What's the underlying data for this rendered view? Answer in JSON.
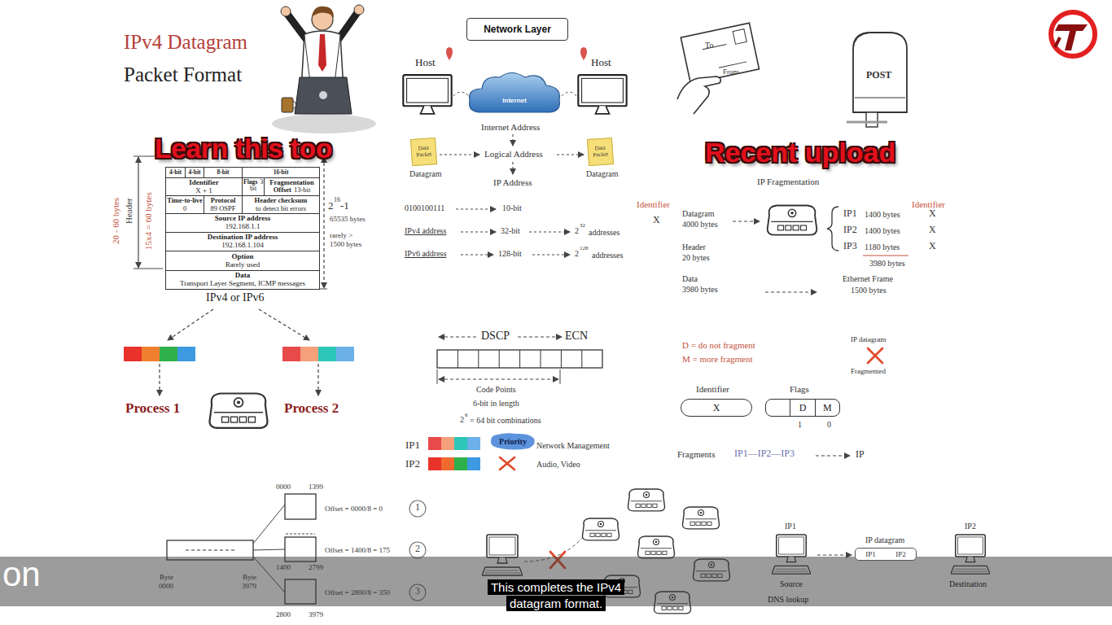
{
  "diagram": {
    "title": "IPv4 Datagram",
    "caption": "This completes the IPv4 datagram format.",
    "nodes": [
      {
        "text": [
          "4-bit"
        ]
      },
      {
        "text": [
          "4-bit"
        ]
      },
      {
        "text": [
          "8-bit"
        ]
      },
      {
        "text": [
          "16-bit"
        ]
      },
      {
        "text": [
          "Identifier",
          "X + 1"
        ]
      },
      {
        "text": [
          "Flags",
          "3-bit"
        ]
      },
      {
        "text": [
          "Fragmentation Offset",
          "13-bit"
        ]
      },
      {
        "text": [
          "Time-to-live",
          "0"
        ]
      },
      {
        "text": [
          "Protocol",
          "89 OSPF"
        ]
      },
      {
        "text": [
          "Header checksum",
          "to detect bit errors"
        ]
      },
      {
        "text": [
          "Source IP address",
          "192.168.1.1"
        ]
      },
      {
        "text": [
          "Destination IP address",
          "192.168.1.104"
        ]
      },
      {
        "text": [
          "Option",
          "Rarely used"
        ]
      },
      {
        "text": [
          "Data",
          "Transport Layer Segment, ICMP messages"
        ]
      },
      {
        "text": [
          "Network Layer"
        ]
      },
      {
        "text": [
          "Internet"
        ]
      },
      {
        "text": [
          "Data Packet"
        ]
      },
      {
        "text": [
          "Data Packet"
        ]
      },
      {
        "text": [
          "Priority"
        ]
      },
      {
        "text": [
          "X"
        ]
      },
      {
        "text": [
          "D",
          "M"
        ]
      },
      {
        "text": [
          "IP1",
          "IP2"
        ]
      }
    ],
    "labels": [
      "Packet Format",
      "Learn this too",
      "20 - 60 bytes",
      "Header",
      "15x4 = 60 bytes",
      "2",
      "16",
      "-1",
      "65535 bytes",
      "rarely >",
      "1500 bytes",
      "IPv4 or IPv6",
      "Process 1",
      "Process 2",
      "Host",
      "Host",
      "Internet Address",
      "Logical Address",
      "IP Address",
      "Datagram",
      "Datagram",
      "0100100111",
      "10-bit",
      "IPv4 address",
      "32-bit",
      "2",
      "32",
      "addresses",
      "IPv6 address",
      "128-bit",
      "2",
      "128",
      "addresses",
      "DSCP",
      "ECN",
      "Code Points",
      "6-bit in length",
      "2",
      "6",
      "= 64 bit combinations",
      "IP1",
      "IP2",
      "Network Management",
      "Audio, Video",
      "To",
      "From",
      "POST",
      "Recent upload",
      "IP Fragmentation",
      "Identifier",
      "X",
      "Datagram",
      "4000 bytes",
      "Header",
      "20 bytes",
      "Data",
      "3980 bytes",
      "IP1",
      "1400 bytes",
      "X",
      "IP2",
      "1400 bytes",
      "X",
      "IP3",
      "1180 bytes",
      "X",
      "3980 bytes",
      "Identifier",
      "Ethernet Frame",
      "1500 bytes",
      "D = do not fragment",
      "M = more fragment",
      "IP datagram",
      "Fragmented",
      "Identifier",
      "Flags",
      "1",
      "0",
      "Fragments",
      "IP1—IP2—IP3",
      "IP",
      "0000",
      "1399",
      "Offset = 0000/8 = 0",
      "1",
      "Offset = 1400/8 = 175",
      "2",
      "Offset = 2800/8 = 350",
      "3",
      "1400",
      "2799",
      "Byte",
      "0000",
      "Byte",
      "3979",
      "2800",
      "3979",
      "IP1",
      "IP datagram",
      "IP2",
      "Source",
      "DNS lookup",
      "Destination",
      "on"
    ]
  }
}
